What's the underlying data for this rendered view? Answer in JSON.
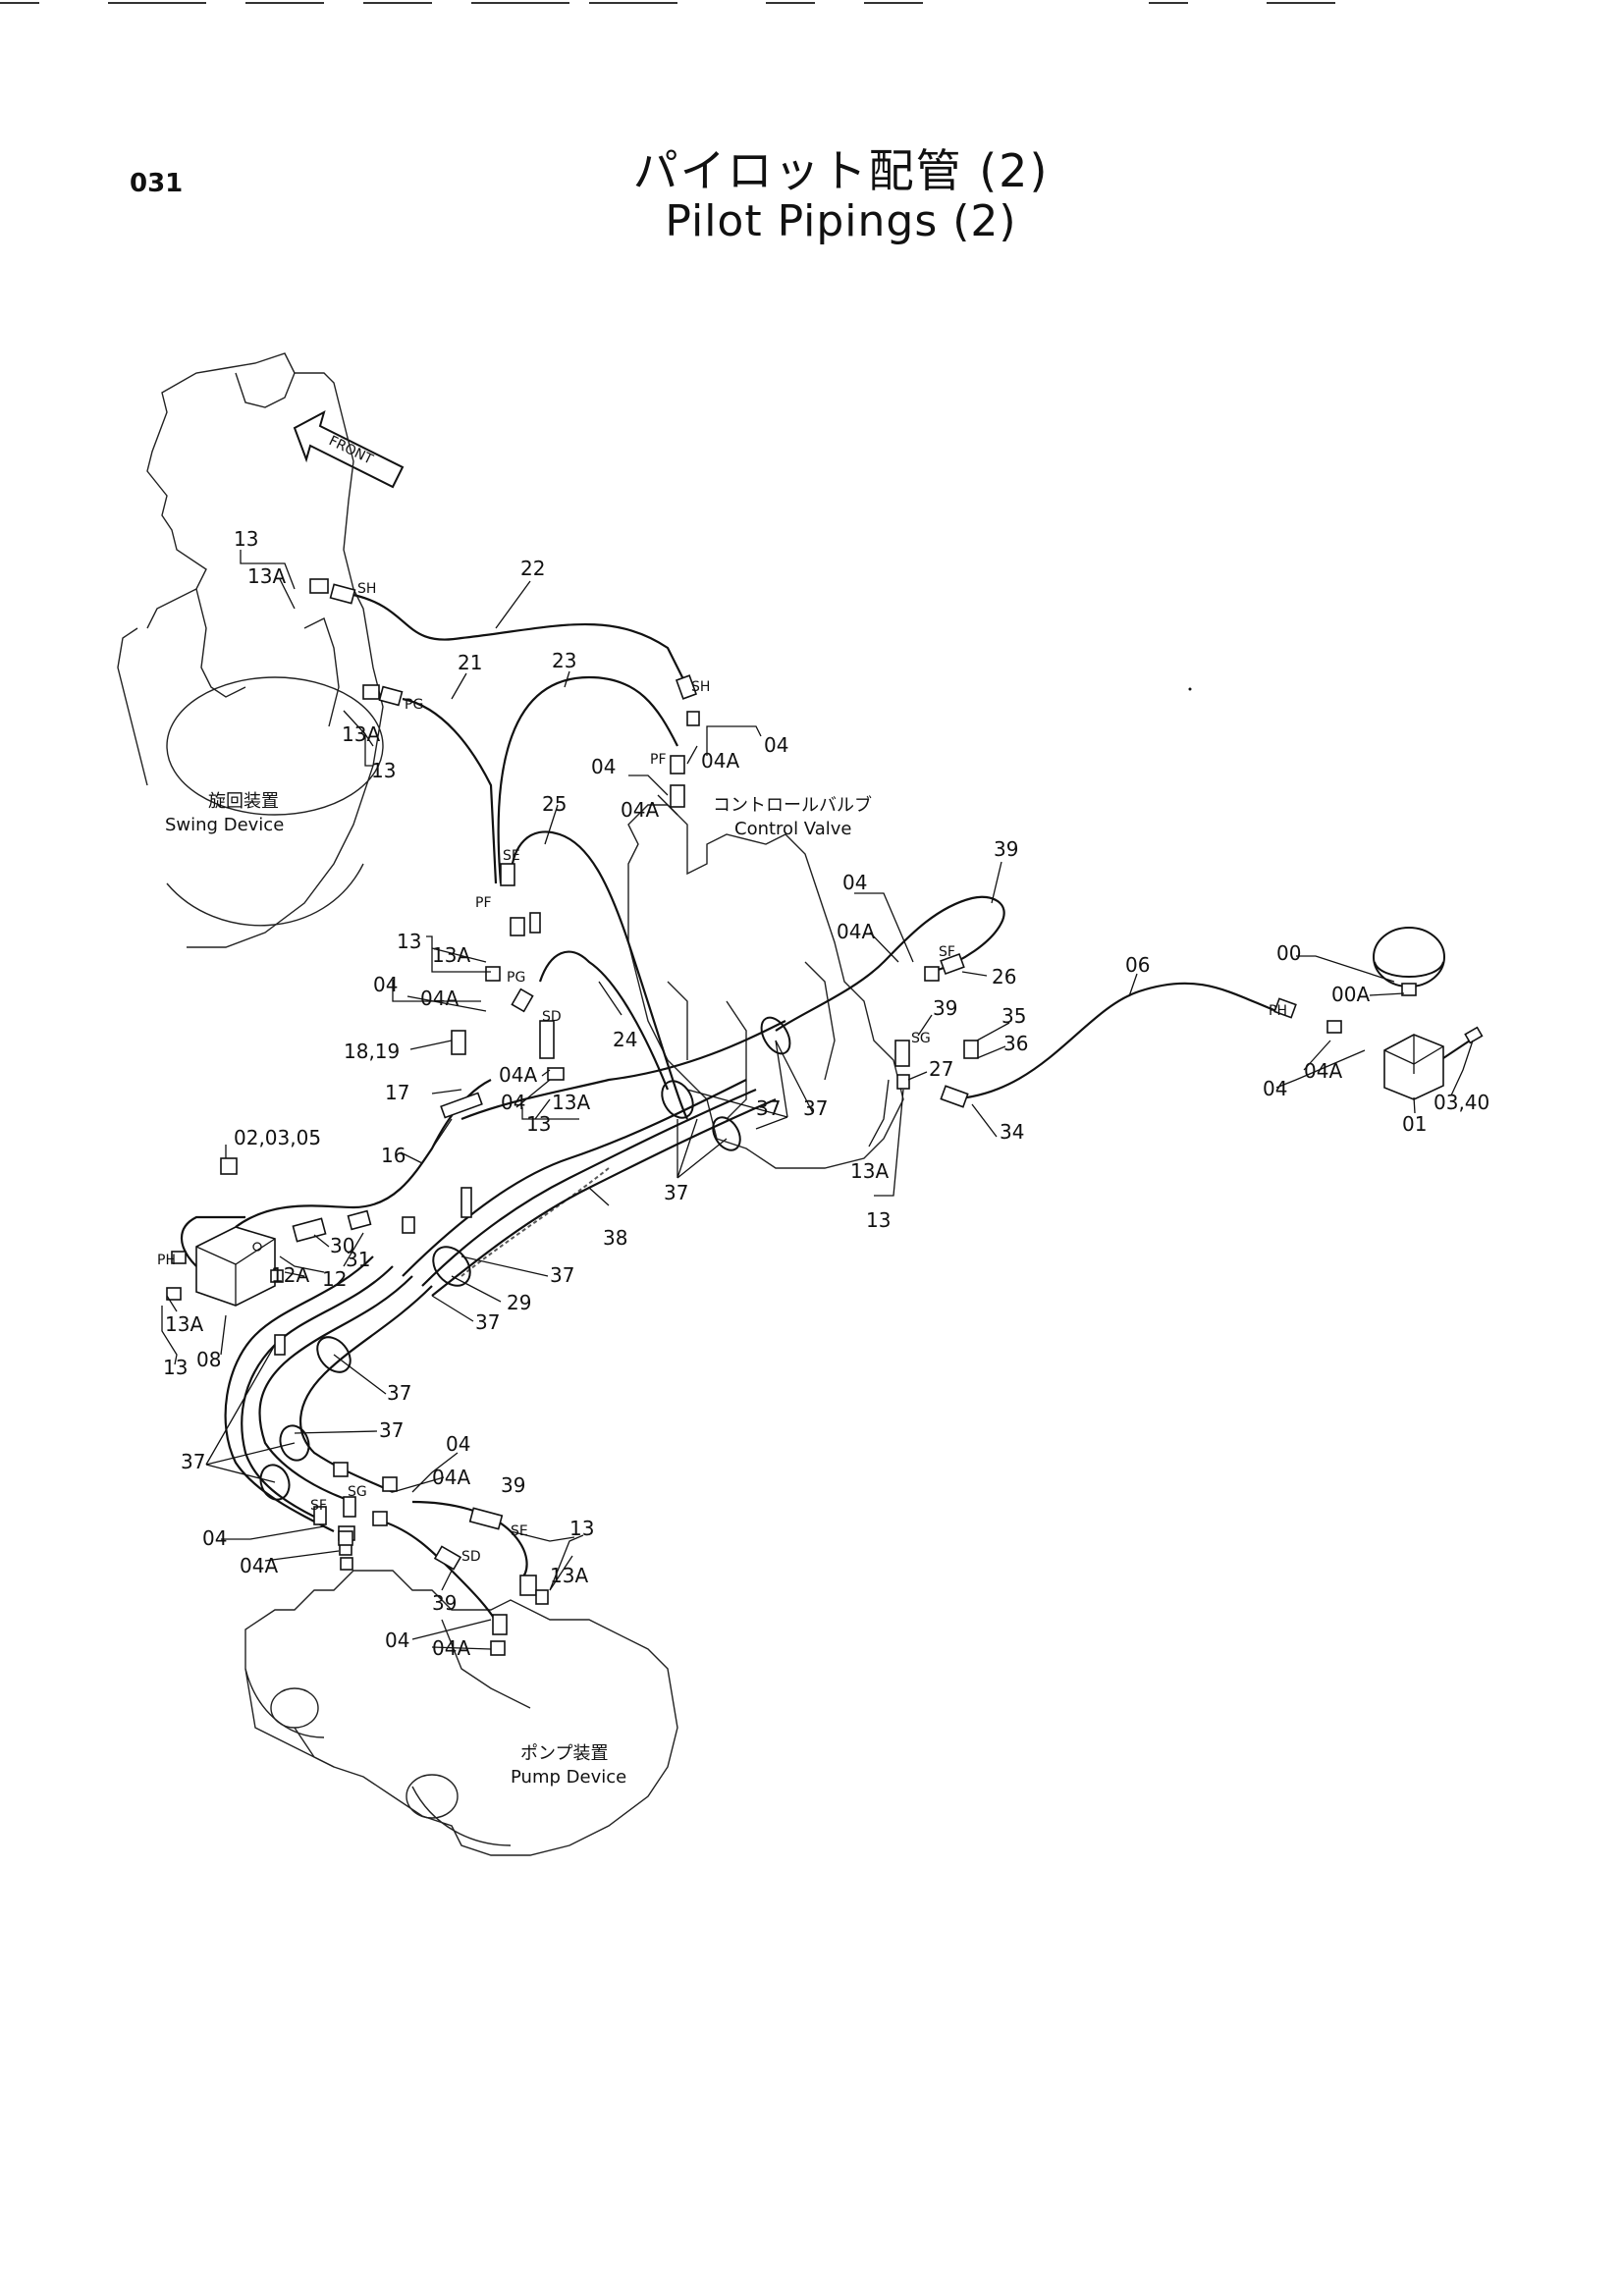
{
  "page_number": "031",
  "title_jp": "パイロット配管 (2)",
  "title_en": "Pilot Pipings (2)",
  "front_label": "FRONT",
  "devices": {
    "swing": {
      "jp": "旋回装置",
      "en": "Swing Device"
    },
    "control_valve": {
      "jp": "コントロールバルブ",
      "en": "Control Valve"
    },
    "pump": {
      "jp": "ポンプ装置",
      "en": "Pump Device"
    }
  },
  "port_tags": {
    "sh_top": "SH",
    "pg_top": "PG",
    "sh_right": "SH",
    "pf_right": "PF",
    "se_mid": "SE",
    "pf_mid": "PF",
    "pg_mid": "PG",
    "sd_mid": "SD",
    "sf_right": "SF",
    "sg_right": "SG",
    "ph_left": "PH",
    "ph_right": "PH",
    "sf_bottom": "SF",
    "sg_bottom": "SG",
    "se_bottom": "SE",
    "sd_bottom": "SD"
  },
  "part_labels": [
    {
      "id": "p13_a",
      "text": "13"
    },
    {
      "id": "p13a_a",
      "text": "13A"
    },
    {
      "id": "p22",
      "text": "22"
    },
    {
      "id": "p21",
      "text": "21"
    },
    {
      "id": "p23",
      "text": "23"
    },
    {
      "id": "p13a_b",
      "text": "13A"
    },
    {
      "id": "p13_b",
      "text": "13"
    },
    {
      "id": "p04_a",
      "text": "04"
    },
    {
      "id": "p04a_a",
      "text": "04A"
    },
    {
      "id": "p04_b",
      "text": "04"
    },
    {
      "id": "p04a_b",
      "text": "04A"
    },
    {
      "id": "p25",
      "text": "25"
    },
    {
      "id": "p39_a",
      "text": "39"
    },
    {
      "id": "p04_c",
      "text": "04"
    },
    {
      "id": "p04a_c",
      "text": "04A"
    },
    {
      "id": "p26",
      "text": "26"
    },
    {
      "id": "p13_c",
      "text": "13"
    },
    {
      "id": "p13a_c",
      "text": "13A"
    },
    {
      "id": "p04_d",
      "text": "04"
    },
    {
      "id": "p04a_d",
      "text": "04A"
    },
    {
      "id": "p06",
      "text": "06"
    },
    {
      "id": "p00",
      "text": "00"
    },
    {
      "id": "p00a",
      "text": "00A"
    },
    {
      "id": "p39_b",
      "text": "39"
    },
    {
      "id": "p35",
      "text": "35"
    },
    {
      "id": "p36",
      "text": "36"
    },
    {
      "id": "p27",
      "text": "27"
    },
    {
      "id": "p18_19",
      "text": "18,19"
    },
    {
      "id": "p24",
      "text": "24"
    },
    {
      "id": "p04a_e",
      "text": "04A"
    },
    {
      "id": "p04_e",
      "text": "04"
    },
    {
      "id": "p13a_e",
      "text": "13A"
    },
    {
      "id": "p13_e",
      "text": "13"
    },
    {
      "id": "p17",
      "text": "17"
    },
    {
      "id": "p37_a",
      "text": "37"
    },
    {
      "id": "p37_b",
      "text": "37"
    },
    {
      "id": "p37_c",
      "text": "37"
    },
    {
      "id": "p34",
      "text": "34"
    },
    {
      "id": "p04a_f",
      "text": "04A"
    },
    {
      "id": "p04_f",
      "text": "04"
    },
    {
      "id": "p03_40",
      "text": "03,40"
    },
    {
      "id": "p01",
      "text": "01"
    },
    {
      "id": "p02_03_05",
      "text": "02,03,05"
    },
    {
      "id": "p16",
      "text": "16"
    },
    {
      "id": "p13a_g",
      "text": "13A"
    },
    {
      "id": "p13_g",
      "text": "13"
    },
    {
      "id": "p38",
      "text": "38"
    },
    {
      "id": "p30",
      "text": "30"
    },
    {
      "id": "p31",
      "text": "31"
    },
    {
      "id": "p12a",
      "text": "12A"
    },
    {
      "id": "p12",
      "text": "12"
    },
    {
      "id": "p37_d",
      "text": "37"
    },
    {
      "id": "p29",
      "text": "29"
    },
    {
      "id": "p37_e",
      "text": "37"
    },
    {
      "id": "p13a_h",
      "text": "13A"
    },
    {
      "id": "p13_h",
      "text": "13"
    },
    {
      "id": "p08",
      "text": "08"
    },
    {
      "id": "p37_f",
      "text": "37"
    },
    {
      "id": "p37_g",
      "text": "37"
    },
    {
      "id": "p37_h",
      "text": "37"
    },
    {
      "id": "p04_i",
      "text": "04"
    },
    {
      "id": "p04a_i",
      "text": "04A"
    },
    {
      "id": "p39_c",
      "text": "39"
    },
    {
      "id": "p13_i",
      "text": "13"
    },
    {
      "id": "p13a_i",
      "text": "13A"
    },
    {
      "id": "p04_j",
      "text": "04"
    },
    {
      "id": "p04a_j",
      "text": "04A"
    },
    {
      "id": "p39_d",
      "text": "39"
    },
    {
      "id": "p04_k",
      "text": "04"
    },
    {
      "id": "p04a_k",
      "text": "04A"
    }
  ]
}
